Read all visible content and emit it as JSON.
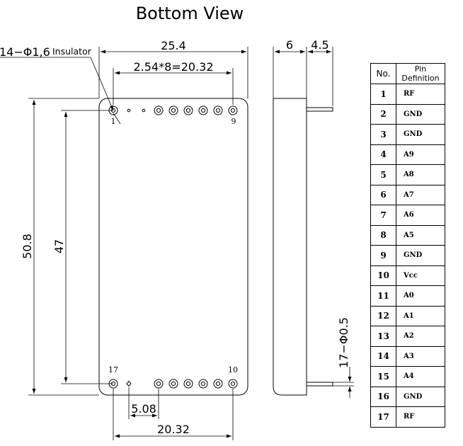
{
  "title": "Bottom View",
  "dimensions": {
    "width": "25.4",
    "pitch": "2.54*8=20.32",
    "holes": "14−Φ1,6",
    "insulator": "Insulator",
    "length": "50.8",
    "pin_span": "47",
    "spacing": "5.08",
    "bottom_span": "20.32",
    "thickness": "6",
    "pin_length": "4.5",
    "pin_diameter": "17−Φ0.5"
  },
  "pin_numbers": {
    "p1": "1",
    "p9": "9",
    "p17": "17",
    "p10": "10"
  },
  "table": {
    "col_no": "No.",
    "col_def_line1": "Pin",
    "col_def_line2": "Definition",
    "rows": [
      {
        "no": "1",
        "def": "RF"
      },
      {
        "no": "2",
        "def": "GND"
      },
      {
        "no": "3",
        "def": "GND"
      },
      {
        "no": "4",
        "def": "A9"
      },
      {
        "no": "5",
        "def": "A8"
      },
      {
        "no": "6",
        "def": "A7"
      },
      {
        "no": "7",
        "def": "A6"
      },
      {
        "no": "8",
        "def": "A5"
      },
      {
        "no": "9",
        "def": "GND"
      },
      {
        "no": "10",
        "def": "Vcc"
      },
      {
        "no": "11",
        "def": "A0"
      },
      {
        "no": "12",
        "def": "A1"
      },
      {
        "no": "13",
        "def": "A2"
      },
      {
        "no": "14",
        "def": "A3"
      },
      {
        "no": "15",
        "def": "A4"
      },
      {
        "no": "16",
        "def": "GND"
      },
      {
        "no": "17",
        "def": "RF"
      }
    ]
  }
}
